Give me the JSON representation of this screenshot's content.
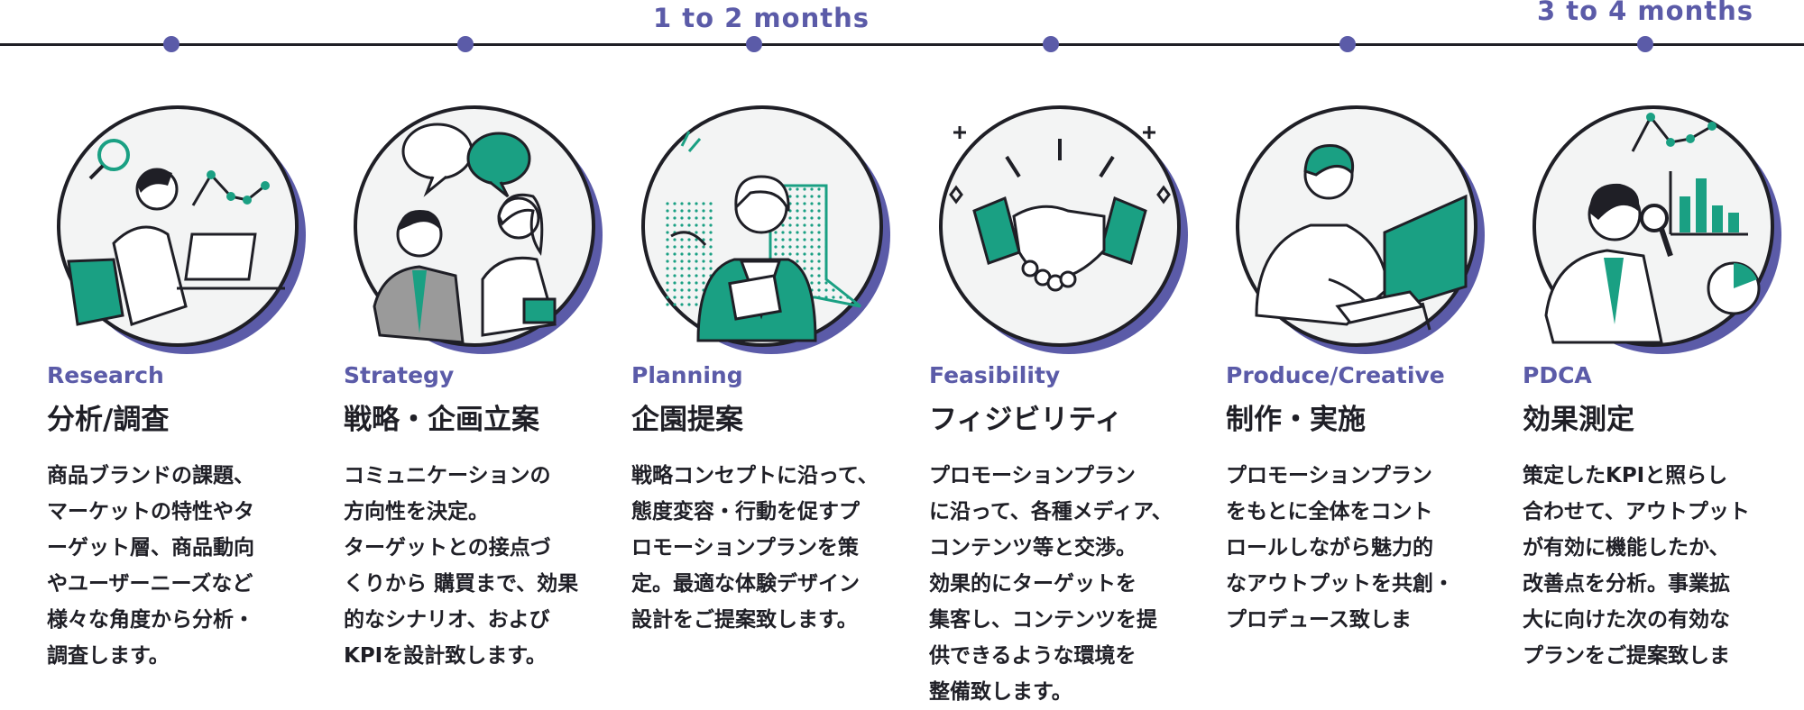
{
  "timeline": {
    "durations": [
      {
        "label": "1 to 2 months"
      },
      {
        "label": "3 to 4 months"
      }
    ]
  },
  "colors": {
    "accent": "#5b5ba8",
    "green": "#1aa083",
    "ink": "#1f1f26",
    "circle_bg": "#f3f4f4"
  },
  "steps": [
    {
      "en": "Research",
      "jp": "分析/調査",
      "lines": [
        "商品ブランドの課題、",
        "マーケットの特性やタ",
        "ーゲット層、商品動向",
        "やユーザーニーズなど",
        "様々な角度から分析・",
        "調査します。"
      ],
      "icon": "researcher-illustration"
    },
    {
      "en": "Strategy",
      "jp": "戦略・企画立案",
      "lines": [
        "コミュニケーションの",
        "方向性を決定。",
        "ターゲットとの接点づ",
        "くりから 購買まで、効果",
        "的なシナリオ、および",
        "KPIを設計致します。"
      ],
      "icon": "discussion-illustration"
    },
    {
      "en": "Planning",
      "jp": "企園提案",
      "lines": [
        "戦略コンセプトに沿って、",
        "態度変容・行動を促すプ",
        "ロモーションプランを策",
        "定。最適な体験デザイン",
        "設計をご提案致します。"
      ],
      "icon": "presenter-illustration"
    },
    {
      "en": "Feasibility",
      "jp": "フィジビリティ",
      "lines": [
        "プロモーションプラン",
        "に沿って、各種メディア、",
        "コンテンツ等と交渉。",
        "効果的にターゲットを",
        "集客し、コンテンツを提",
        "供できるような環境を",
        "整備致します。"
      ],
      "icon": "handshake-illustration"
    },
    {
      "en": "Produce/Creative",
      "jp": "制作・実施",
      "lines": [
        "プロモーションプラン",
        "をもとに全体をコント",
        "ロールしながら魅力的",
        "なアウトプットを共創・",
        "プロデュース致しま"
      ],
      "icon": "computer-worker-illustration"
    },
    {
      "en": "PDCA",
      "jp": "効果測定",
      "lines": [
        "策定したKPIと照らし",
        "合わせて、アウトプット",
        "が有効に機能したか、",
        "改善点を分析。事業拡",
        "大に向けた次の有効な",
        "プランをご提案致しま"
      ],
      "icon": "analysis-illustration"
    }
  ]
}
